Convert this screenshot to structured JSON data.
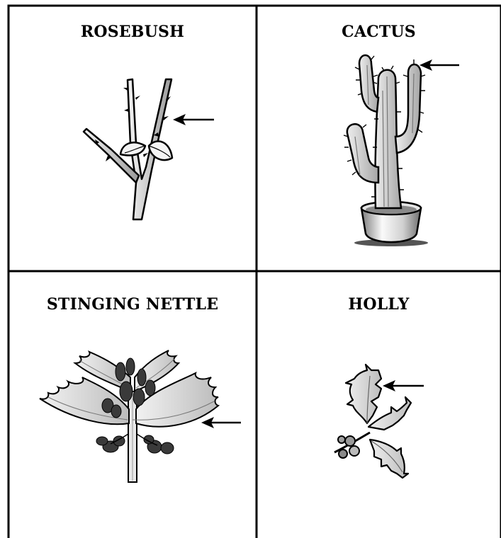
{
  "panels": [
    {
      "title": "ROSEBUSH",
      "icon": "rosebush-stem-icon",
      "arrow": "arrow-pointing-at-thorn"
    },
    {
      "title": "CACTUS",
      "icon": "cactus-icon",
      "arrow": "arrow-pointing-at-spines"
    },
    {
      "title": "STINGING NETTLE",
      "icon": "stinging-nettle-icon",
      "arrow": "arrow-pointing-at-leaf"
    },
    {
      "title": "HOLLY",
      "icon": "holly-icon",
      "arrow": "arrow-pointing-at-leaf-spine"
    }
  ],
  "colors": {
    "line": "#000000",
    "plant_fill": "#d9d9d9",
    "plant_shade": "#a8a8a8",
    "pot_light": "#f2f2f2",
    "pot_dark": "#8c8c8c",
    "background": "#ffffff"
  }
}
